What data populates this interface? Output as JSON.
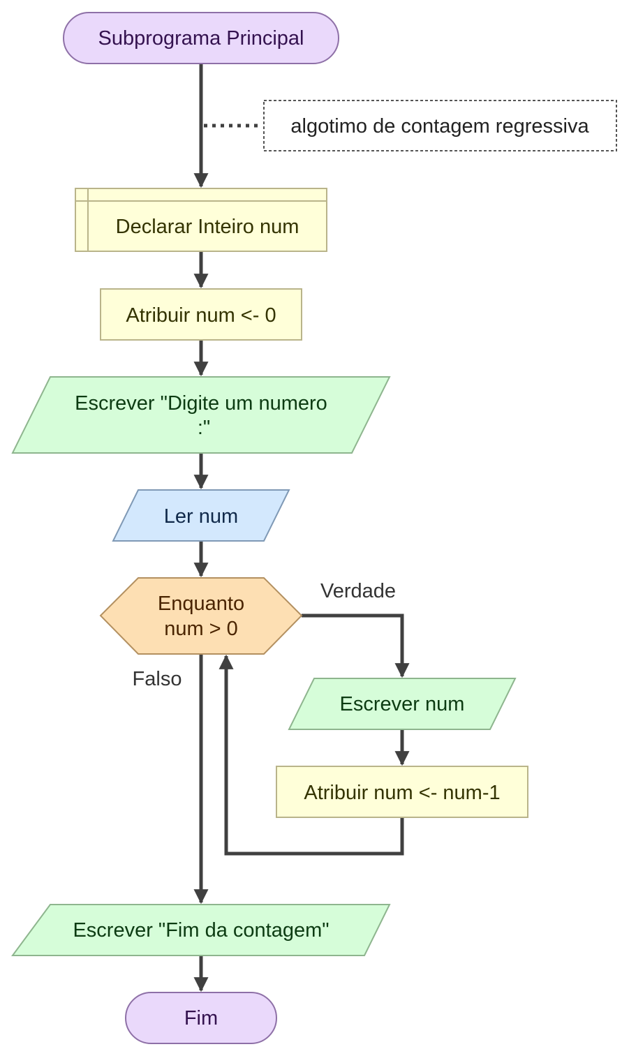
{
  "flowchart": {
    "start": {
      "label": "Subprograma Principal"
    },
    "comment": {
      "label": "algotimo de contagem regressiva"
    },
    "declare": {
      "label": "Declarar Inteiro num"
    },
    "assign_init": {
      "label": "Atribuir num <- 0"
    },
    "output_prompt": {
      "line1": "Escrever \"Digite um numero",
      "line2": ":\""
    },
    "input_num": {
      "label": "Ler num"
    },
    "loop": {
      "line1": "Enquanto",
      "line2": "num > 0"
    },
    "edge_true": {
      "label": "Verdade"
    },
    "edge_false": {
      "label": "Falso"
    },
    "output_num": {
      "label": "Escrever num"
    },
    "assign_dec": {
      "label": "Atribuir num <- num-1"
    },
    "output_end": {
      "label": "Escrever \"Fim da contagem\""
    },
    "end": {
      "label": "Fim"
    }
  },
  "colors": {
    "terminal_fill": "#ead9fb",
    "terminal_stroke": "#8e70a7",
    "terminal_text": "#34124f",
    "process_fill": "#ffffd9",
    "process_stroke": "#b9b48a",
    "process_text": "#333300",
    "output_fill": "#d6fdd9",
    "output_stroke": "#8eb58e",
    "output_text": "#0c3b12",
    "input_fill": "#d3e8fd",
    "input_stroke": "#7f99b5",
    "input_text": "#10294a",
    "loop_fill": "#fddfb3",
    "loop_stroke": "#b39060",
    "loop_text": "#4a2400",
    "line": "#404040"
  }
}
